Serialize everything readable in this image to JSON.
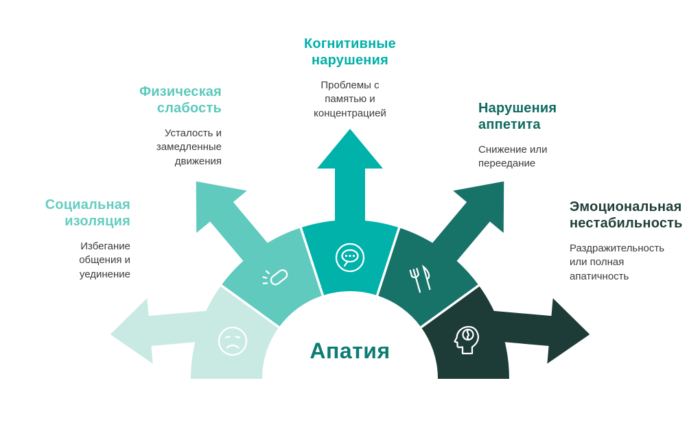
{
  "title": "Апатия",
  "title_color": "#0c7c74",
  "body_text_color": "#3b3b3b",
  "background_color": "#ffffff",
  "branches": [
    {
      "name": "social-isolation",
      "heading": "Социальная изоляция",
      "body": "Избегание общения и уединение",
      "color": "#c8eae3",
      "heading_color": "#65cdc0",
      "icon": "sad-face-icon"
    },
    {
      "name": "physical-weakness",
      "heading": "Физическая слабость",
      "body": "Усталость и замедленные движения",
      "color": "#5fcabd",
      "heading_color": "#5cc9bc",
      "icon": "weakness-icon"
    },
    {
      "name": "cognitive-impairment",
      "heading": "Когнитивные нарушения",
      "body": "Проблемы с памятью и концентрацией",
      "color": "#00b2aa",
      "heading_color": "#00b0a8",
      "icon": "head-speech-bubble-icon"
    },
    {
      "name": "appetite-disturbance",
      "heading": "Нарушения аппетита",
      "body": "Снижение или переедание",
      "color": "#177268",
      "heading_color": "#0f6a61",
      "icon": "fork-knife-icon"
    },
    {
      "name": "emotional-instability",
      "heading": "Эмоциональная нестабильность",
      "body": "Раздражительность или полная апатичность",
      "color": "#1e3c37",
      "heading_color": "#203f3a",
      "icon": "head-brain-icon"
    }
  ]
}
